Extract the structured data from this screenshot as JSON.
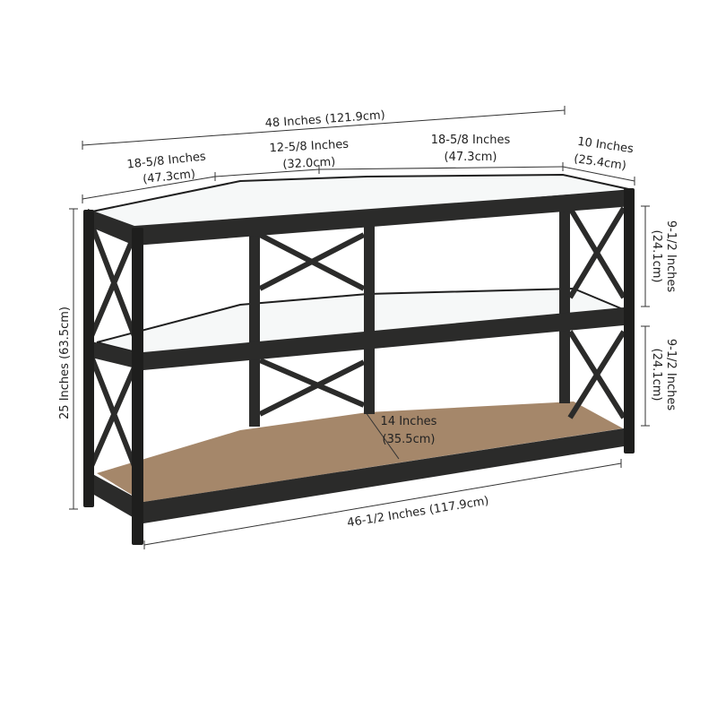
{
  "diagram": {
    "subject": "3-tier console table with glass shelves and wood bottom shelf",
    "colors": {
      "frame": "#2b2b2a",
      "wood": "#a5876a",
      "glass": "#eef2f2",
      "dimension_line": "#333333",
      "text": "#222222",
      "background": "#ffffff"
    },
    "dimensions": {
      "overall_width": "48 Inches (121.9cm)",
      "front_left_segment": {
        "line1": "18-5/8 Inches",
        "line2": "(47.3cm)"
      },
      "front_center_segment": {
        "line1": "12-5/8 Inches",
        "line2": "(32.0cm)"
      },
      "front_right_segment": {
        "line1": "18-5/8 Inches",
        "line2": "(47.3cm)"
      },
      "depth": {
        "line1": "10 Inches",
        "line2": "(25.4cm)"
      },
      "upper_clearance": {
        "line1": "9-1/2 Inches",
        "line2": "(24.1cm)"
      },
      "lower_clearance": {
        "line1": "9-1/2 Inches",
        "line2": "(24.1cm)"
      },
      "overall_height": "25 Inches (63.5cm)",
      "bottom_shelf_depth": {
        "line1": "14 Inches",
        "line2": "(35.5cm)"
      },
      "bottom_width": "46-1/2 Inches (117.9cm)"
    }
  }
}
